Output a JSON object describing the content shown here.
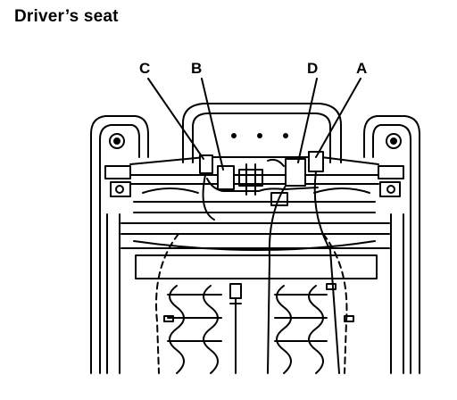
{
  "title": "Driver’s seat",
  "callouts": {
    "a": "A",
    "b": "B",
    "c": "C",
    "d": "D"
  }
}
